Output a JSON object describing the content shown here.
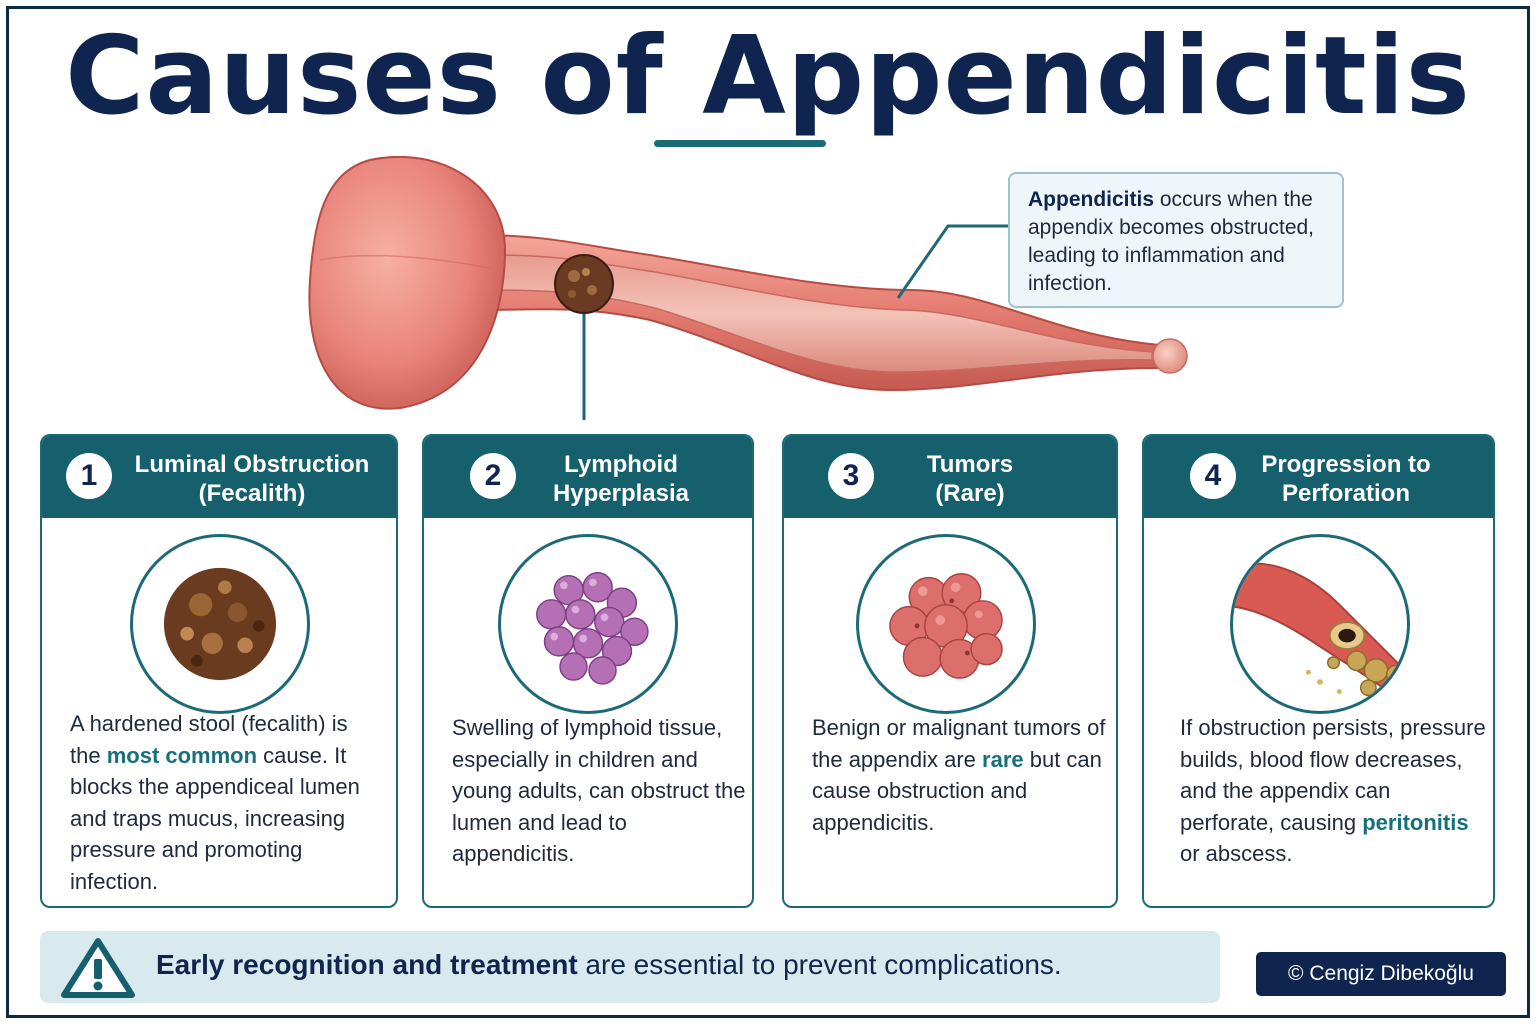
{
  "title": "Causes of Appendicitis",
  "callout": {
    "bold": "Appendicitis",
    "text": " occurs when the appendix becomes obstructed, leading to inflammation and infection."
  },
  "cards": [
    {
      "number": "1",
      "heading_line1": "Luminal Obstruction",
      "heading_line2": "(Fecalith)",
      "desc": {
        "a": "A hardened stool (fecalith) is the ",
        "highlight": "most common",
        "b": " cause. It blocks the appendiceal lumen and traps mucus, increasing pressure and promoting infection."
      }
    },
    {
      "number": "2",
      "heading_line1": "Lymphoid",
      "heading_line2": "Hyperplasia",
      "desc": {
        "a": "Swelling of lymphoid tissue, especially in children and young adults, can obstruct the lumen and lead to appendicitis."
      }
    },
    {
      "number": "3",
      "heading_line1": "Tumors",
      "heading_line2": "(Rare)",
      "desc": {
        "a": "Benign or malignant tumors of the appendix are ",
        "highlight": "rare",
        "b": " but can cause obstruction and appendicitis."
      }
    },
    {
      "number": "4",
      "heading_line1": "Progression to",
      "heading_line2": "Perforation",
      "desc": {
        "a": "If obstruction persists, pressure builds, blood flow decreases, and the appendix can perforate, causing ",
        "highlight": "peritonitis",
        "b": " or abscess."
      }
    }
  ],
  "banner": {
    "bold": "Early recognition and treatment",
    "mid": " are",
    "rest": " essential to prevent complications."
  },
  "credit": "© Cengiz Dibekoğlu",
  "colors": {
    "navy": "#0f2550",
    "teal": "#165f6c",
    "highlight": "#17707c",
    "tissue": "#e9867a",
    "banner": "#d8eaee"
  },
  "icons": [
    "fecalith-icon",
    "lymphoid-cluster-icon",
    "tumor-icon",
    "perforation-icon",
    "warning-icon"
  ]
}
